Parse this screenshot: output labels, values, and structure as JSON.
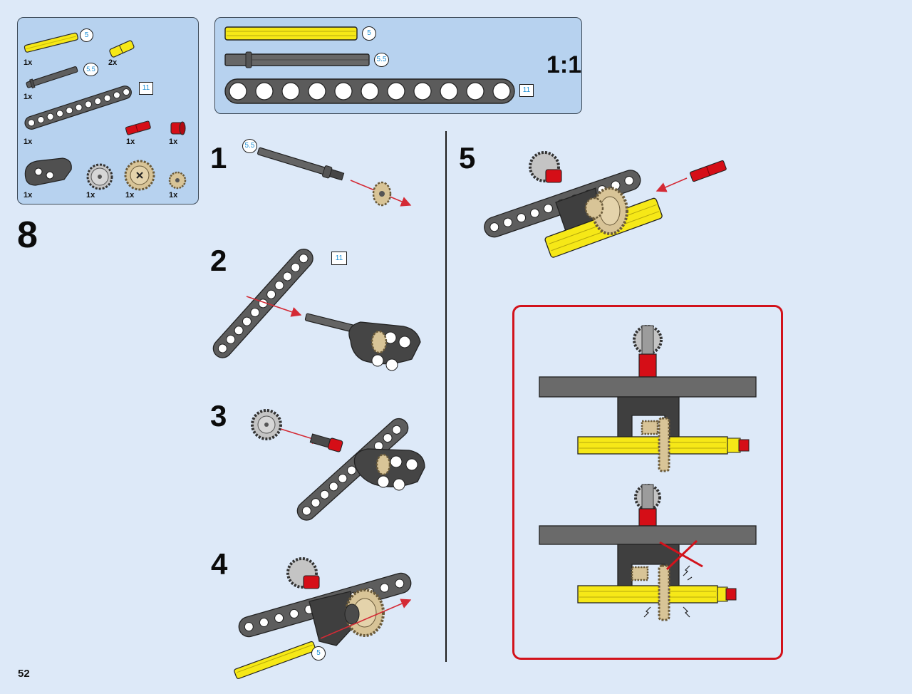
{
  "page": {
    "number": "52",
    "step": "8"
  },
  "parts_list": [
    {
      "name": "yellow-axle",
      "length": "5",
      "qty": "1x"
    },
    {
      "name": "yellow-axle-connector",
      "qty": "2x"
    },
    {
      "name": "dark-axle-with-stop",
      "length": "5.5",
      "qty": "1x"
    },
    {
      "name": "dark-liftarm",
      "length": "11",
      "qty": "1x"
    },
    {
      "name": "red-axle-pin",
      "qty": "1x"
    },
    {
      "name": "red-bush",
      "qty": "1x"
    },
    {
      "name": "dark-double-bent-liftarm",
      "qty": "1x"
    },
    {
      "name": "grey-gear-16",
      "qty": "1x"
    },
    {
      "name": "tan-bevel-gear-20",
      "qty": "1x"
    },
    {
      "name": "tan-bevel-gear-12",
      "qty": "1x"
    }
  ],
  "scale_box": {
    "label": "1:1",
    "items": [
      {
        "name": "yellow-axle",
        "length": "5"
      },
      {
        "name": "dark-axle-with-stop",
        "length": "5.5"
      },
      {
        "name": "dark-liftarm",
        "length": "11"
      }
    ]
  },
  "substeps": [
    {
      "number": "1",
      "callout": "5.5"
    },
    {
      "number": "2",
      "callout": "11"
    },
    {
      "number": "3"
    },
    {
      "number": "4",
      "callout": "5"
    },
    {
      "number": "5"
    }
  ],
  "colors": {
    "panel": "#b7d2ef",
    "alert_frame": "#d2121b",
    "dark_part": "#5b5b5b",
    "yellow_part": "#f6e817",
    "red_part": "#d50e17",
    "tan_part": "#d8c497",
    "arrow": "#d42a35"
  }
}
